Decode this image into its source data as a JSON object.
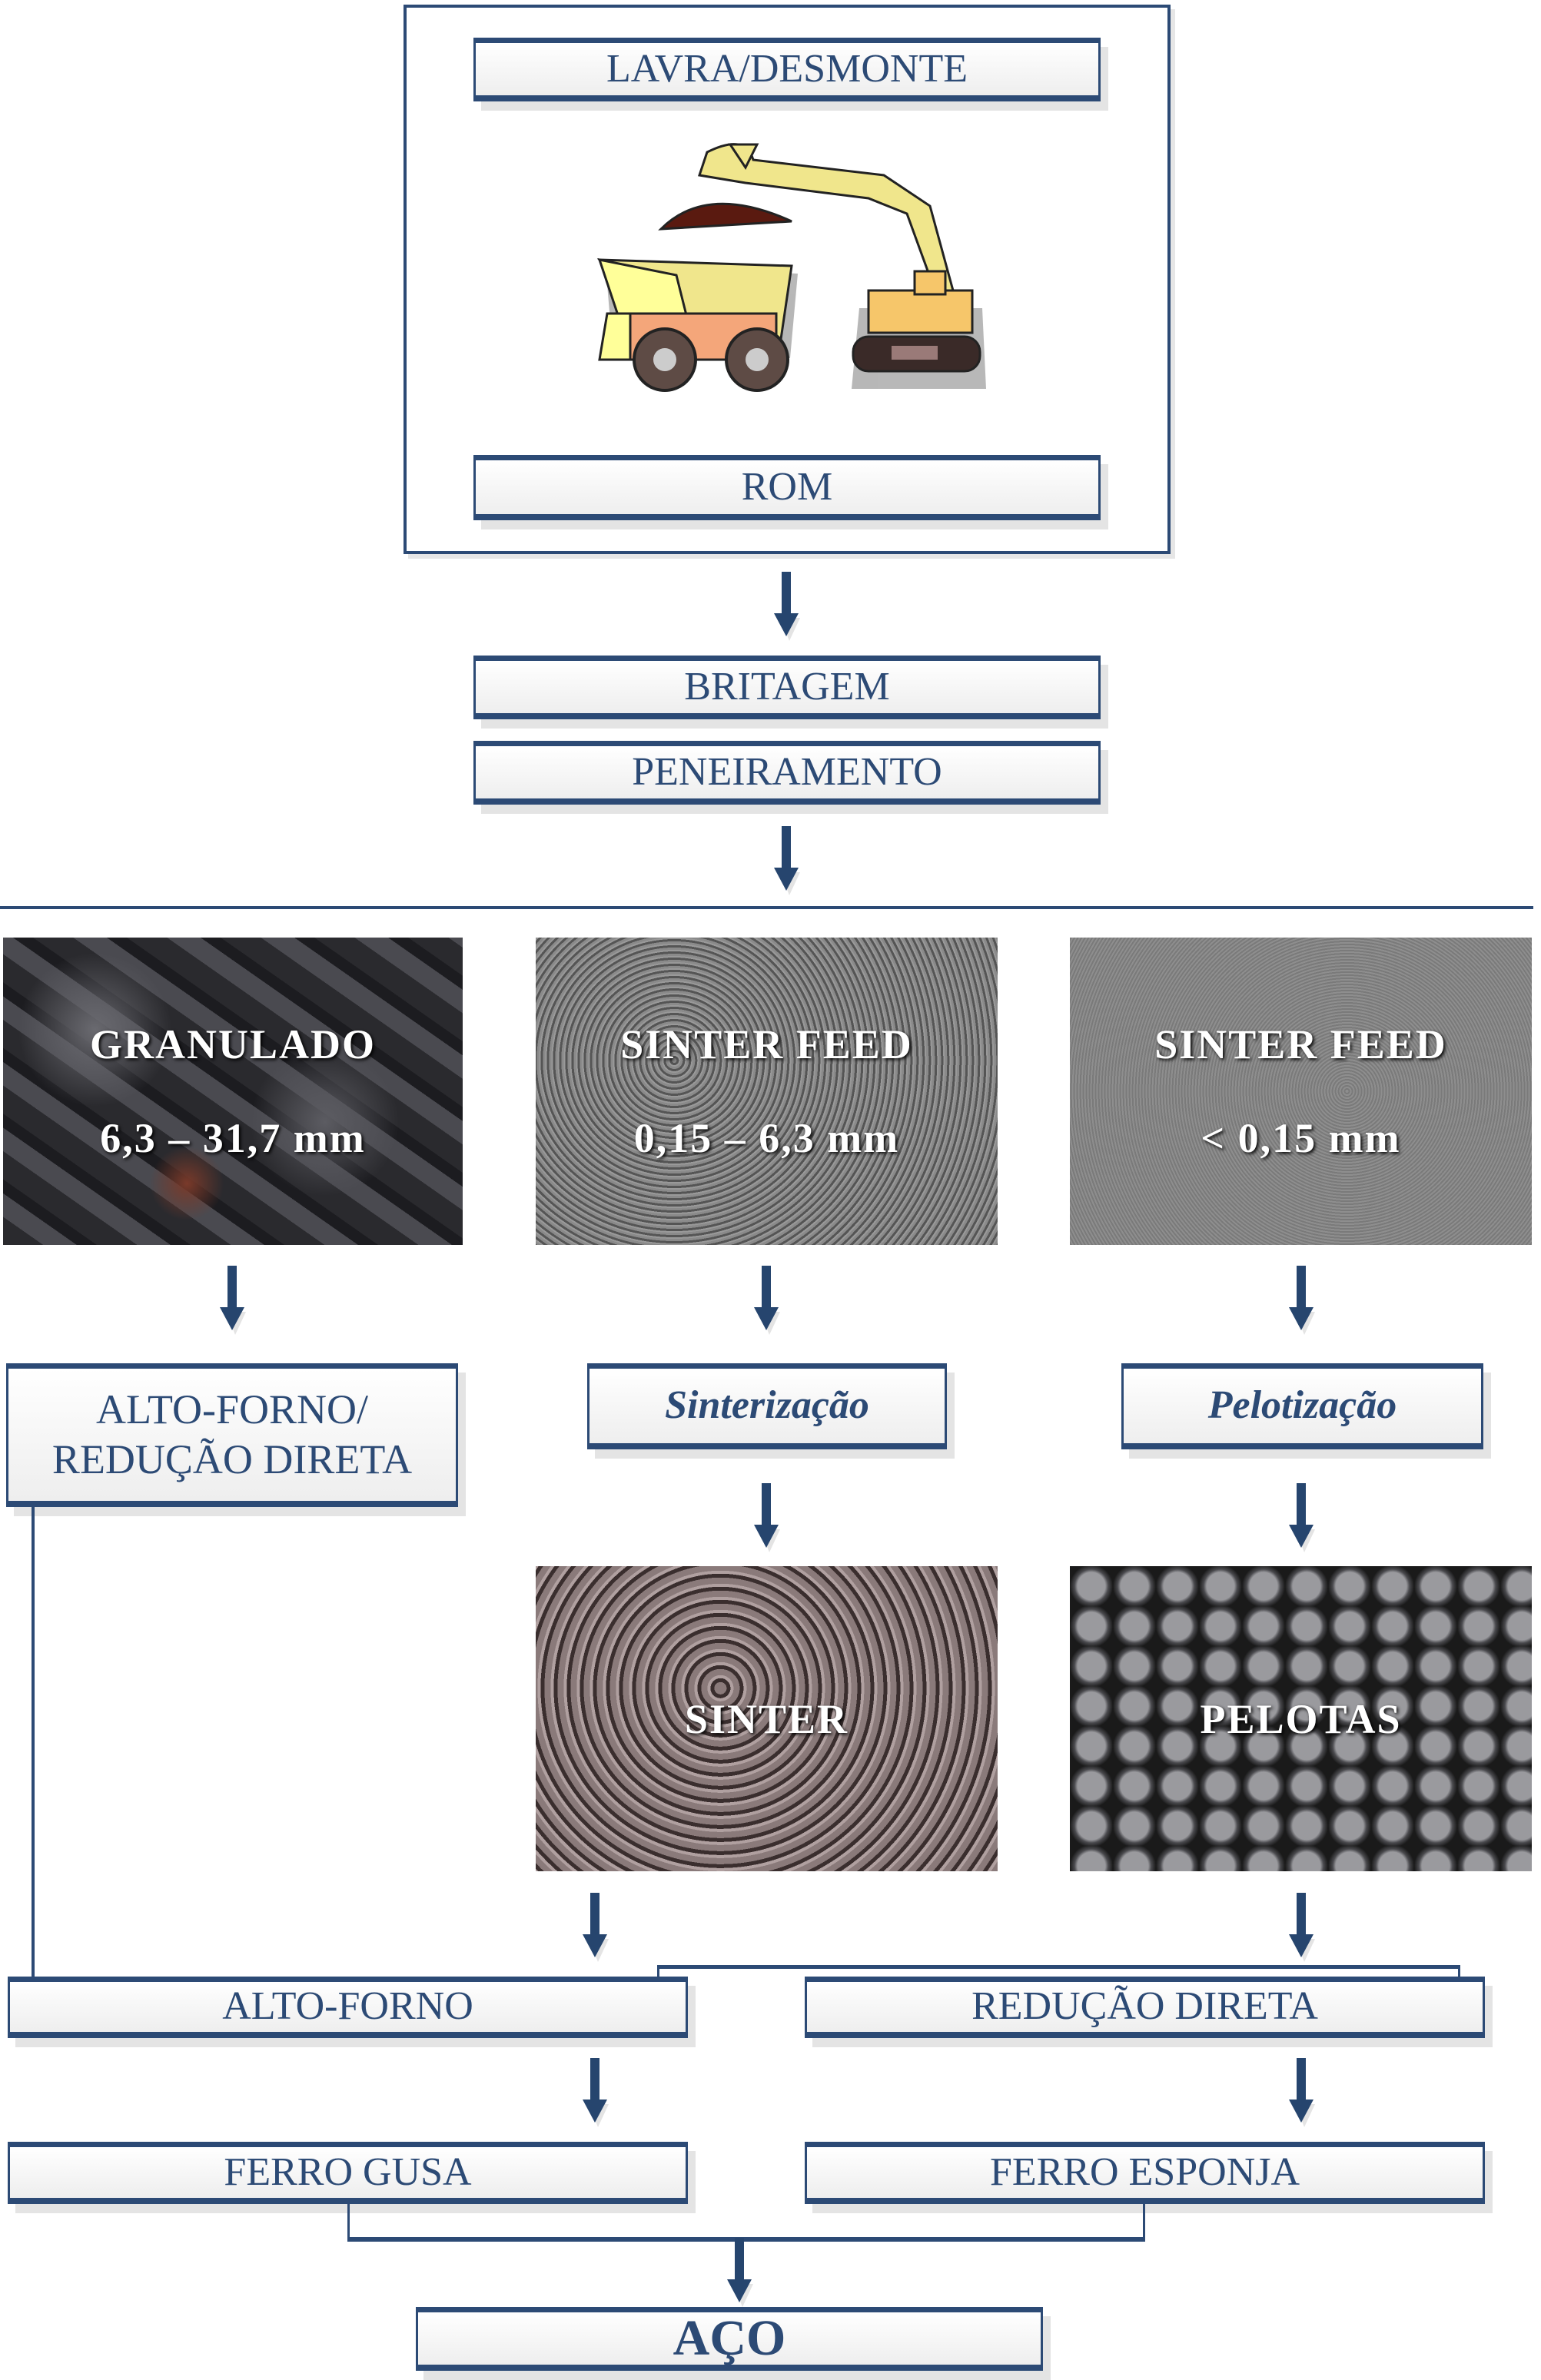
{
  "stage1": {
    "mining": "LAVRA/DESMONTE",
    "rom": "ROM"
  },
  "stage2": {
    "crushing": "BRITAGEM",
    "screening": "PENEIRAMENTO"
  },
  "products": [
    {
      "name": "GRANULADO",
      "size": "6,3 – 31,7 mm"
    },
    {
      "name": "SINTER FEED",
      "size": "0,15 – 6,3 mm"
    },
    {
      "name": "SINTER FEED",
      "size": "< 0,15 mm"
    }
  ],
  "processes": {
    "lump": "ALTO-FORNO/ REDUÇÃO DIRETA",
    "sintering": "Sinterização",
    "pelletizing": "Pelotização"
  },
  "agglomerates": {
    "sinter": "SINTER",
    "pellets": "PELOTAS"
  },
  "reduction": {
    "blast_furnace": "ALTO-FORNO",
    "direct_reduction": "REDUÇÃO DIRETA"
  },
  "iron": {
    "pig_iron": "FERRO GUSA",
    "sponge_iron": "FERRO ESPONJA"
  },
  "final": "AÇO",
  "colors": {
    "accent": "#2c4a75"
  }
}
